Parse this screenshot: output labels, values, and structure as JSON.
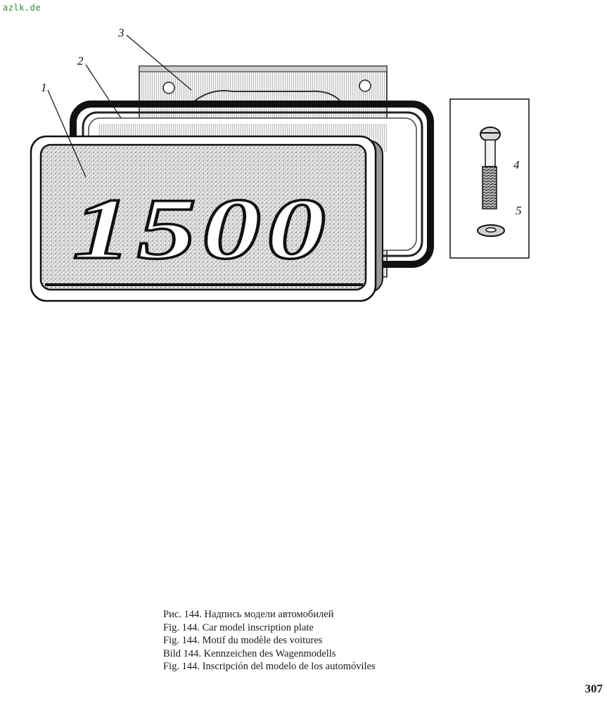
{
  "watermark": "azlk.de",
  "figure": {
    "emblem_text": "1500",
    "callouts": [
      "1",
      "2",
      "3",
      "4",
      "5"
    ]
  },
  "caption": [
    "Рис. 144. Надпись модели автомобилей",
    "Fig. 144. Car model inscription plate",
    "Fig. 144. Motif du modèle des voitures",
    "Bild 144. Kennzeichen des Wagenmodells",
    "Fig. 144. Inscripción del modelo de los automóviles"
  ],
  "page_number": "307"
}
